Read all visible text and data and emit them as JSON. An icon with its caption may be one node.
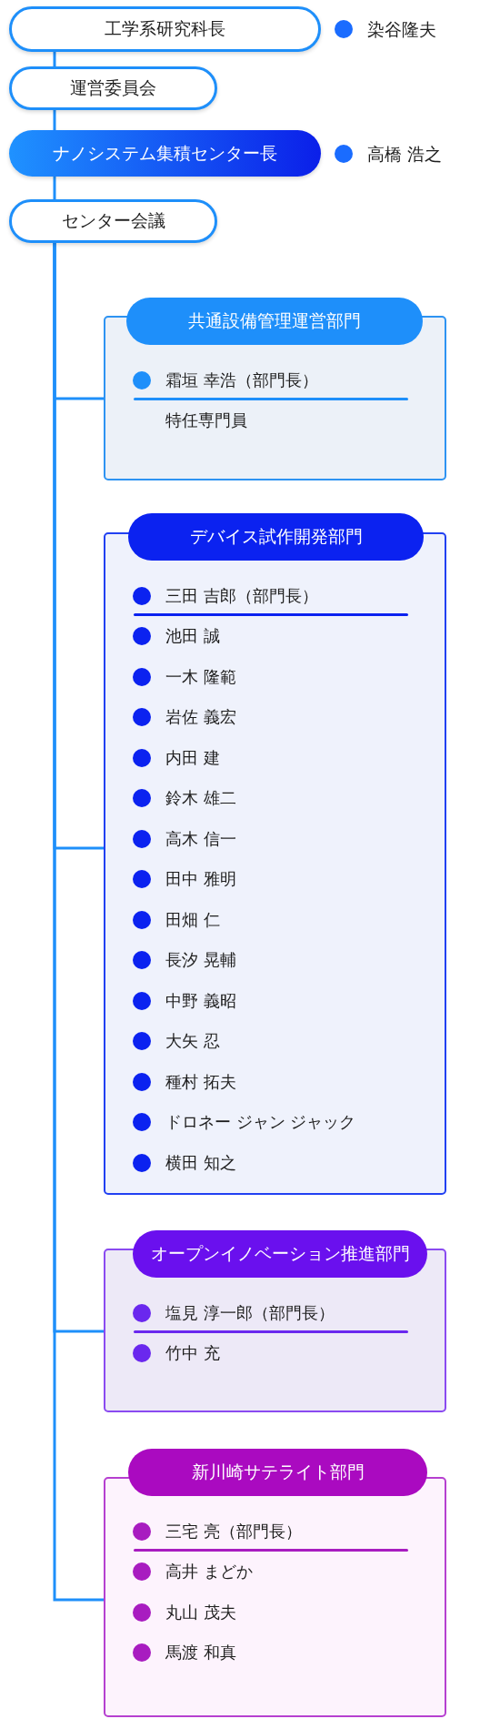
{
  "diagram": {
    "nodes": [
      {
        "text": [
          "工学系研究科長"
        ],
        "beside": [
          "染谷隆夫"
        ]
      },
      {
        "text": [
          "運営委員会"
        ]
      },
      {
        "text": [
          "ナノシステム集積センター長"
        ],
        "beside": [
          "高橋 浩之"
        ]
      },
      {
        "text": [
          "センター会議"
        ]
      },
      {
        "text": [
          "共通設備管理運営部門",
          "霜垣 幸浩（部門長）",
          "特任専門員"
        ]
      },
      {
        "text": [
          "デバイス試作開発部門",
          "三田 吉郎（部門長）",
          "池田 誠",
          "一木 隆範",
          "岩佐 義宏",
          "内田 建",
          "鈴木 雄二",
          "高木 信一",
          "田中 雅明",
          "田畑 仁",
          "長汐 晃輔",
          "中野 義昭",
          "大矢 忍",
          "種村 拓夫",
          "ドロネー ジャン ジャック",
          "横田 知之"
        ]
      },
      {
        "text": [
          "オープンイノベーション推進部門",
          "塩見 淳一郎（部門長）",
          "竹中 充"
        ]
      },
      {
        "text": [
          "新川崎サテライト部門",
          "三宅 亮（部門長）",
          "高井 まどか",
          "丸山 茂夫",
          "馬渡 和真"
        ]
      }
    ],
    "edges": [
      {
        "from": 0,
        "to": 1,
        "arrow": "none"
      },
      {
        "from": 1,
        "to": 2,
        "arrow": "none"
      },
      {
        "from": 2,
        "to": 3,
        "arrow": "none"
      },
      {
        "from": 3,
        "to": 4,
        "arrow": "none"
      },
      {
        "from": 3,
        "to": 5,
        "arrow": "none"
      },
      {
        "from": 3,
        "to": 6,
        "arrow": "none"
      },
      {
        "from": 3,
        "to": 7,
        "arrow": "none"
      }
    ]
  }
}
